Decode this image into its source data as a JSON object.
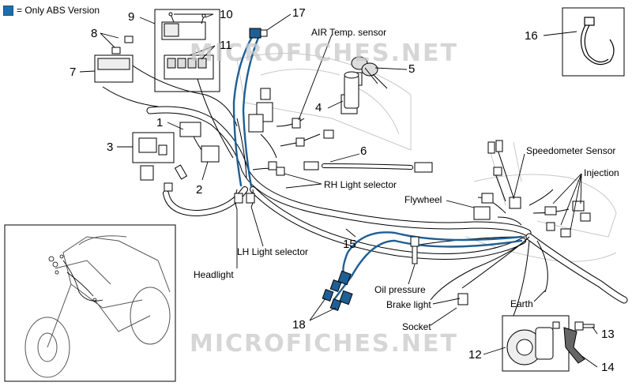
{
  "legend": {
    "text": "= Only ABS Version",
    "color": "#1a6fb0"
  },
  "watermarks": [
    "MICROFICHES.NET",
    "MICROFICHES.NET"
  ],
  "colors": {
    "abs_cable": "#1f5f94",
    "line": "#000000",
    "harness_fill": "#ffffff"
  },
  "numbers": [
    "1",
    "2",
    "3",
    "4",
    "5",
    "6",
    "7",
    "8",
    "9",
    "10",
    "11",
    "12",
    "13",
    "14",
    "15",
    "16",
    "17",
    "18"
  ],
  "labels": {
    "air_temp": "AIR Temp. sensor",
    "speedometer": "Speedometer Sensor",
    "injection": "Injection",
    "rh_light": "RH Light selector",
    "flywheel": "Flywheel",
    "lh_light": "LH Light selector",
    "headlight": "Headlight",
    "oil_pressure": "Oil pressure",
    "brake_light": "Brake light",
    "earth": "Earth",
    "socket": "Socket"
  }
}
